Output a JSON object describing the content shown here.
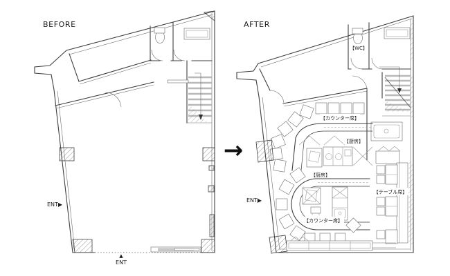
{
  "colors": {
    "background": "#ffffff",
    "line": "#3f3f3f",
    "light_line": "#9a9a9a",
    "gray_fill": "#c6c6c6",
    "text": "#1d1d1d"
  },
  "titles": {
    "before": "BEFORE",
    "after": "AFTER"
  },
  "arrow": {
    "glyph": "→"
  },
  "before_plan": {
    "ent_side": "ENT▶",
    "ent_bottom_marker": "▲",
    "ent_bottom": "ENT"
  },
  "after_plan": {
    "ent_side": "ENT▶",
    "labels": {
      "wc": "【WC】",
      "counter_top": "【カウンター席】",
      "kitchen_top": "【厨房】",
      "kitchen_mid": "【厨房】",
      "counter_bottom": "【カウンター席】",
      "table": "【テーブル席】"
    }
  }
}
